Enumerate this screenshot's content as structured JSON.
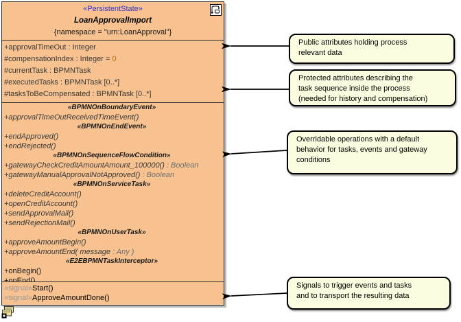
{
  "class_box": {
    "stereotype": "«PersistentState»",
    "name": "LoanApprovalImport",
    "namespace": "{namespace = \"urn:LoanApproval\"}",
    "attributes": [
      {
        "text": "+approvalTimeOut : Integer"
      },
      {
        "text": "#compensationIndex : Integer = ",
        "init": "0"
      },
      {
        "text": "#currentTask : BPMNTask"
      },
      {
        "text": "#executedTasks : BPMNTask [0..*]"
      },
      {
        "text": "#tasksToBeCompensated : BPMNTask [0..*]"
      }
    ],
    "operations": [
      {
        "kind": "stereotype",
        "text": "«BPMNOnBoundaryEvent»"
      },
      {
        "kind": "op",
        "text": "+approvalTimeOutReceivedTimeEvent()"
      },
      {
        "kind": "stereotype",
        "text": "«BPMNOnEndEvent»"
      },
      {
        "kind": "op",
        "text": "+endApproved()"
      },
      {
        "kind": "op",
        "text": "+endRejected()"
      },
      {
        "kind": "stereotype",
        "text": "«BPMNOnSequenceFlowCondition»"
      },
      {
        "kind": "op",
        "text": "+gatewayCheckCreditAmountAmount_100000()",
        "rtype": " : Boolean"
      },
      {
        "kind": "op",
        "text": "+gatewayManualApprovalNotApproved()",
        "rtype": " : Boolean"
      },
      {
        "kind": "stereotype",
        "text": "«BPMNOnServiceTask»"
      },
      {
        "kind": "op",
        "text": "+deleteCreditAccount()"
      },
      {
        "kind": "op",
        "text": "+openCreditAccount()"
      },
      {
        "kind": "op",
        "text": "+sendApprovalMail()"
      },
      {
        "kind": "op",
        "text": "+sendRejectionMail()"
      },
      {
        "kind": "stereotype",
        "text": "«BPMNOnUserTask»"
      },
      {
        "kind": "op",
        "text": "+approveAmountBegin()"
      },
      {
        "kind": "op",
        "text": "+approveAmountEnd( message",
        "rtype": " : Any )"
      },
      {
        "kind": "stereotype",
        "text": "«E2EBPMNTaskInterceptor»"
      },
      {
        "kind": "op-plain",
        "text": "+onBegin()"
      },
      {
        "kind": "op-plain",
        "text": "+onEnd()"
      }
    ],
    "signals": [
      {
        "stereotype": "«signal»",
        "name": "Start()"
      },
      {
        "stereotype": "«signal»",
        "name": "ApproveAmountDone()"
      }
    ]
  },
  "notes": [
    {
      "lines": [
        "Public attributes holding process",
        "relevant data"
      ]
    },
    {
      "lines": [
        "Protected attributes describing the",
        "task sequence inside the process",
        "(needed for history and compensation)"
      ]
    },
    {
      "lines": [
        "Overridable operations with a default",
        "behavior for tasks, events and gateway",
        "conditions"
      ]
    },
    {
      "lines": [
        "Signals to trigger events and tasks",
        "and to transport the resulting data"
      ]
    }
  ],
  "icons": {
    "header_icon": "statechart-diagram-icon",
    "footer_icon": "hyperlink-badge-icon"
  },
  "colors": {
    "class_fill": "#F7C28F",
    "note_fill": "#FCFCE0",
    "stereotype_blue": "#3333CC",
    "init_value_orange": "#C06000",
    "signal_keyword_gray": "#9A9A9A",
    "arrow_black": "#000000"
  }
}
